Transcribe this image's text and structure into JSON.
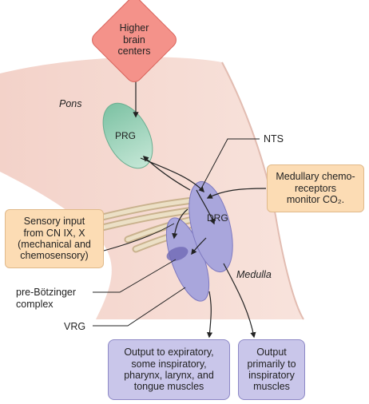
{
  "nodes": {
    "higher_brain": "Higher\nbrain\ncenters",
    "pons": "Pons",
    "prg": "PRG",
    "nts": "NTS",
    "dorsal_group": "DRG",
    "medulla": "Medulla",
    "chemoreceptors": "Medullary chemo-\nreceptors\nmonitor CO₂.",
    "sensory_input": "Sensory input\nfrom CN IX, X\n(mechanical and\nchemosensory)",
    "pre_botzinger": "pre-Bötzinger\ncomplex",
    "ventral_group": "VRG",
    "output_expiratory": "Output to expiratory,\nsome inspiratory,\npharynx, larynx, and\ntongue muscles",
    "output_inspiratory": "Output\nprimarily to\ninspiratory\nmuscles"
  },
  "colors": {
    "brainstem": "#f6dcd4",
    "prg_fill": "#a8d8c0",
    "group_fill": "#a9a6dc",
    "sensory_box": "#fcdcb4",
    "output_box": "#c9c6ea",
    "higher_brain_box": "#f4928a"
  }
}
